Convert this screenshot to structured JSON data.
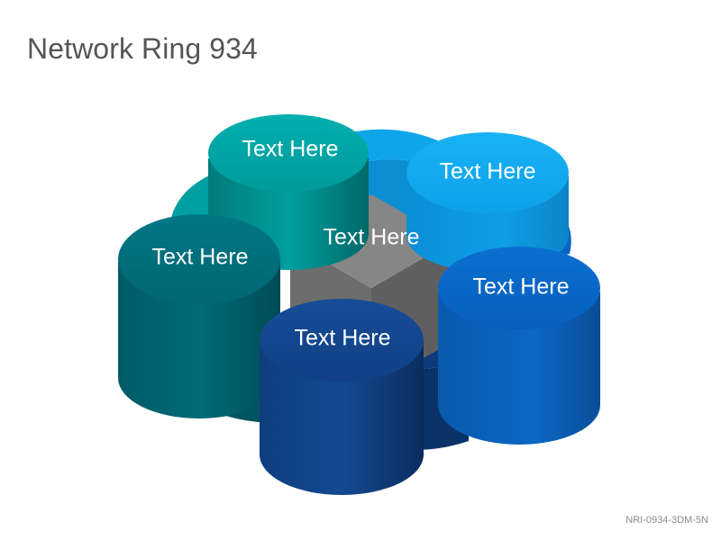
{
  "title": "Network Ring 934",
  "footer_code": "NRI-0934-3DM-5N",
  "diagram": {
    "type": "network-ring-3d",
    "center": {
      "label": "Text Here",
      "color": "#808080"
    },
    "nodes": [
      {
        "label": "Text Here",
        "color": "#00A3A3",
        "name": "teal"
      },
      {
        "label": "Text Here",
        "color": "#0EA5EA",
        "name": "light-blue"
      },
      {
        "label": "Text Here",
        "color": "#0060BD",
        "name": "blue"
      },
      {
        "label": "Text Here",
        "color": "#103F85",
        "name": "navy"
      },
      {
        "label": "Text Here",
        "color": "#006C7A",
        "name": "dark-teal"
      }
    ]
  }
}
